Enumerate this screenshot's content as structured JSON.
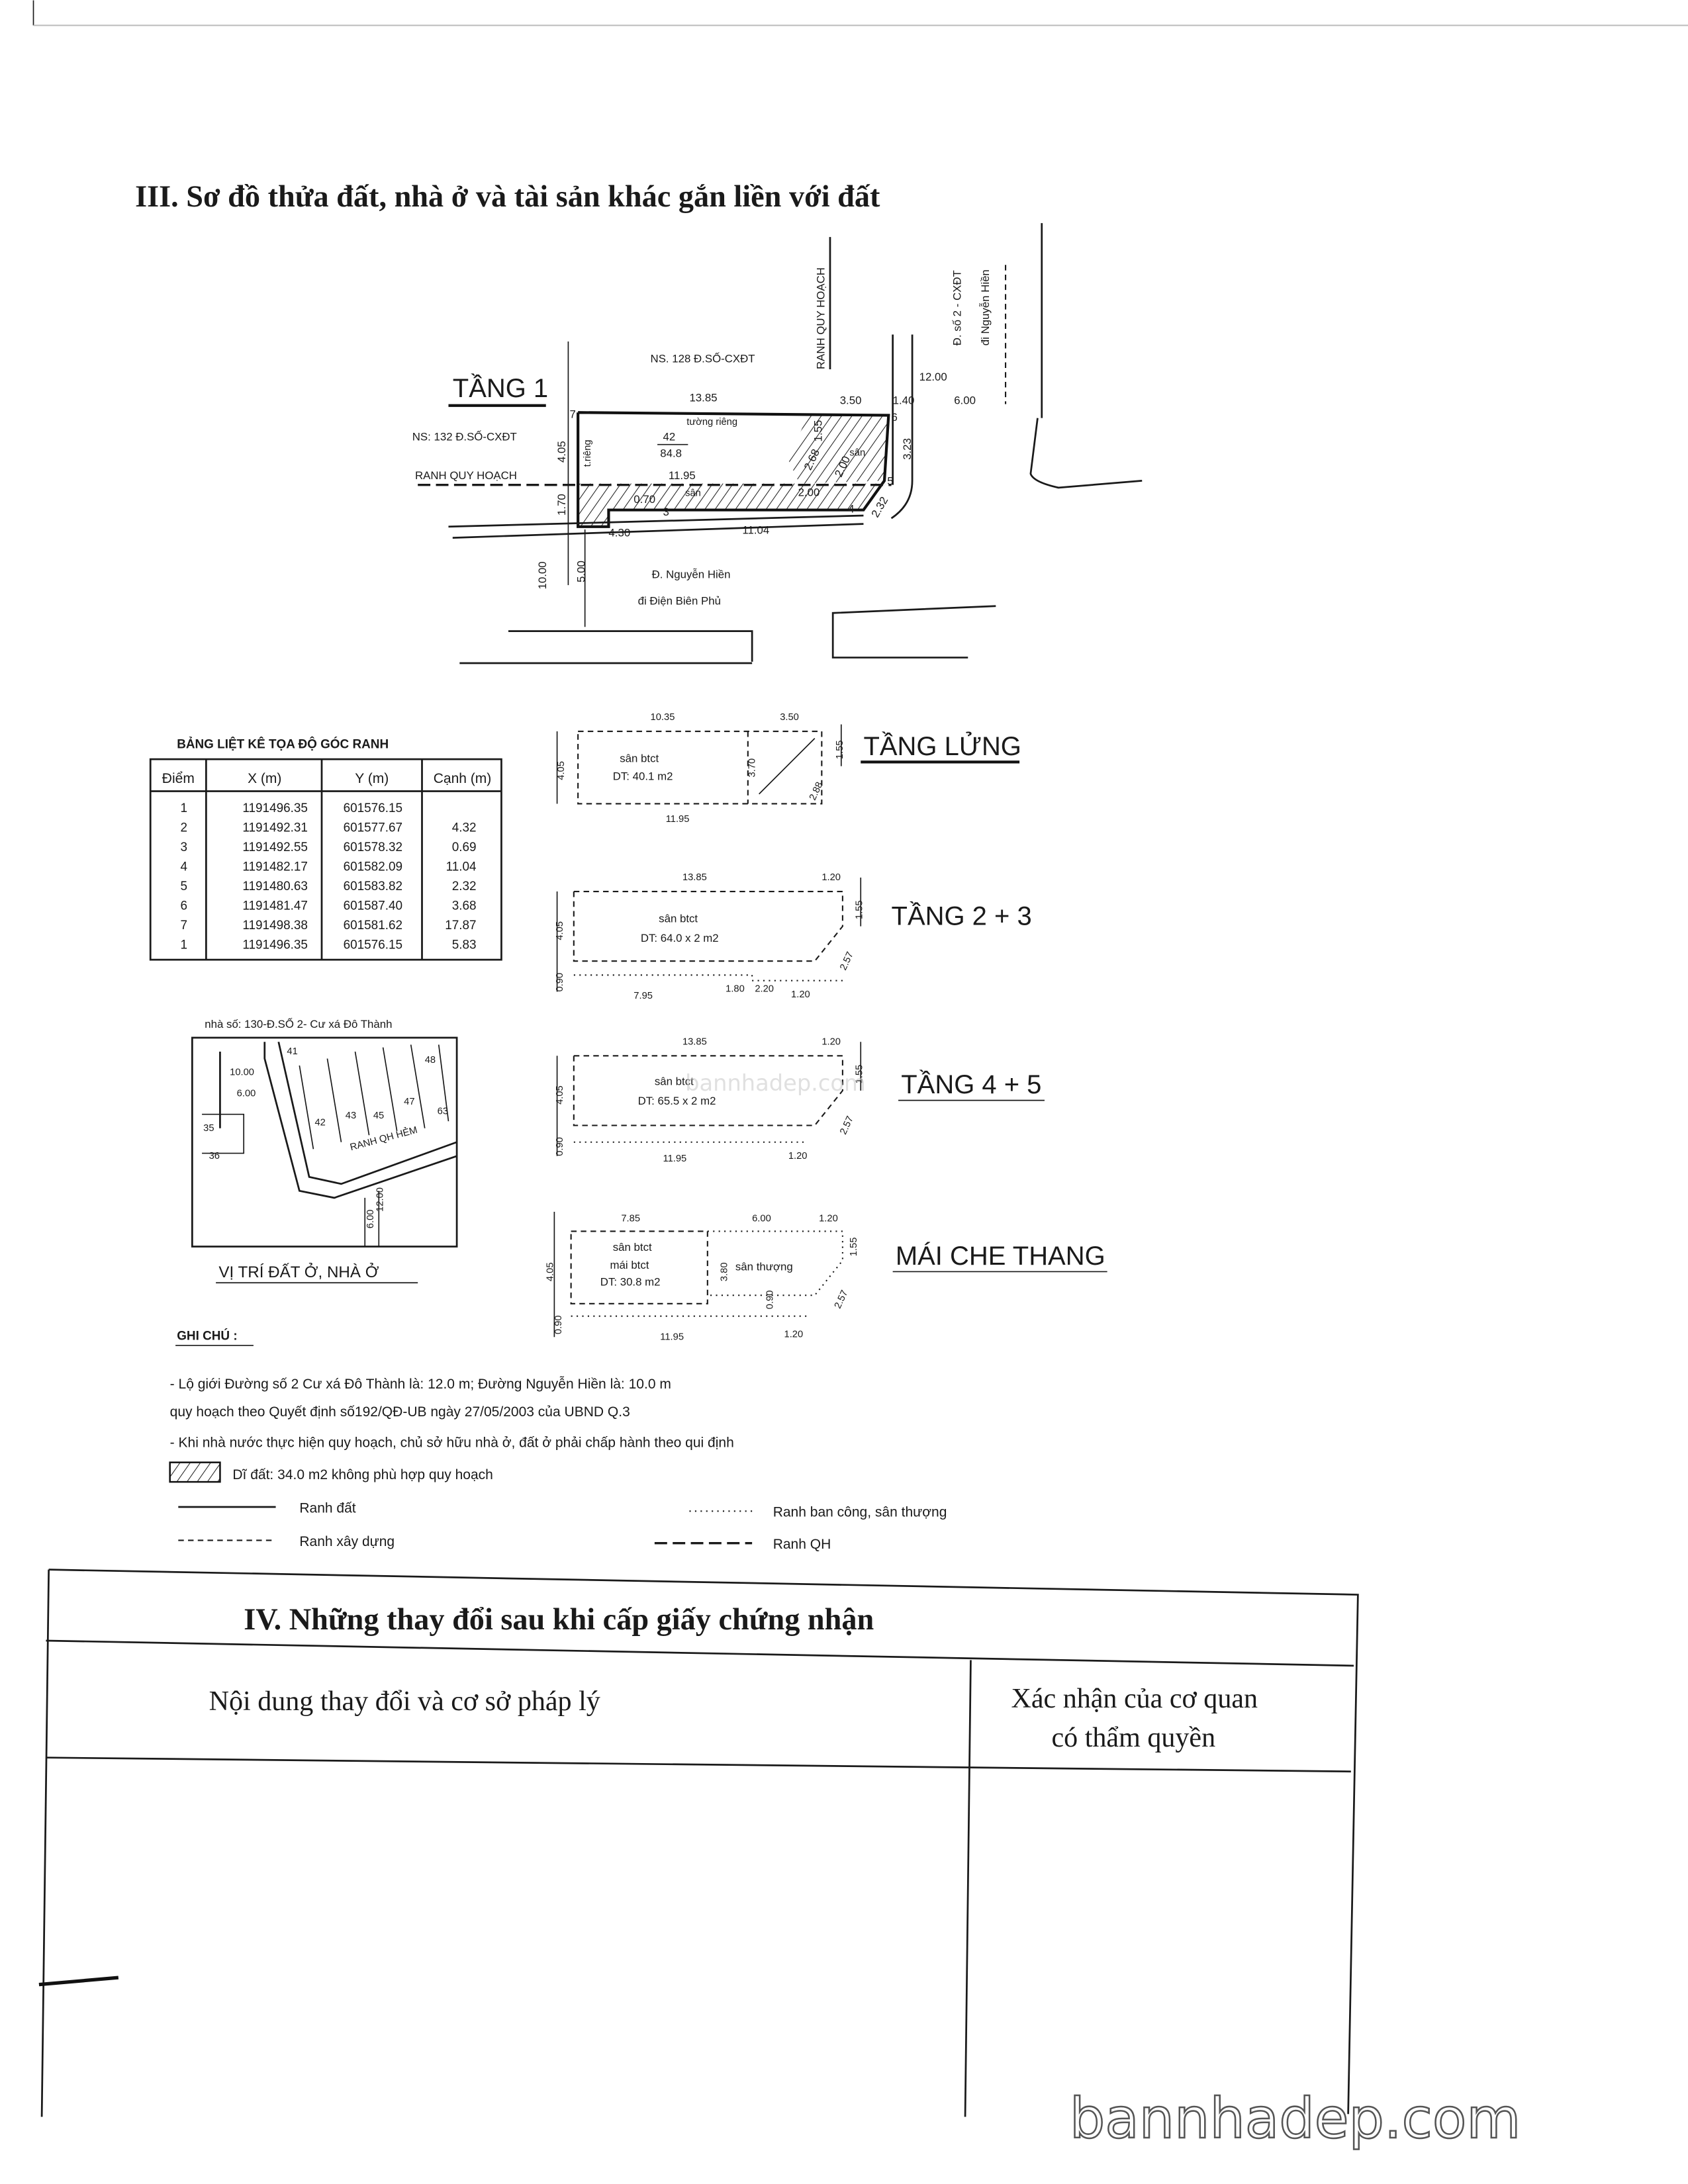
{
  "section3": {
    "title": "III. Sơ đồ thửa đất, nhà ở và tài sản khác gắn liền với đất"
  },
  "floor1": {
    "label": "TẦNG 1",
    "north_neighbor": "NS. 128 Đ.SỐ-CXĐT",
    "west_neighbor": "NS: 132 Đ.SỐ-CXĐT",
    "planning_line": "RANH QUY HOẠCH",
    "planning_line_vertical": "RANH QUY HOẠCH",
    "street_east": "Đ. số 2 - CXĐT",
    "street_east_dir": "đi Nguyễn Hiền",
    "street_south": "Đ. Nguyễn Hiền",
    "street_south_dir": "đi Điện Biên Phủ",
    "private_wall_top": "tường riêng",
    "private_wall_left": "t.riêng",
    "parcel_no": "42",
    "parcel_area": "84.8",
    "yard": "sân",
    "yard2": "sân",
    "dims": {
      "top": "13.85",
      "d350": "3.50",
      "d140": "1.40",
      "d600": "6.00",
      "d1200": "12.00",
      "d1195": "11.95",
      "d070": "0.70",
      "d200": "2.00",
      "d232": "2.32",
      "d323": "3.23",
      "d155": "1.55",
      "d268": "2.68",
      "d200b": "2.00",
      "d405": "4.05",
      "d170": "1.70",
      "d430": "4.30",
      "d1104": "11.04",
      "d1000": "10.00",
      "d500": "5.00"
    },
    "points": [
      "3",
      "4",
      "5",
      "6",
      "7"
    ]
  },
  "coord_table": {
    "title": "BẢNG LIỆT KÊ TỌA ĐỘ GÓC RANH",
    "headers": [
      "Điểm",
      "X (m)",
      "Y (m)",
      "Cạnh (m)"
    ],
    "rows": [
      [
        "1",
        "1191496.35",
        "601576.15",
        ""
      ],
      [
        "2",
        "1191492.31",
        "601577.67",
        "4.32"
      ],
      [
        "3",
        "1191492.55",
        "601578.32",
        "0.69"
      ],
      [
        "4",
        "1191482.17",
        "601582.09",
        "11.04"
      ],
      [
        "5",
        "1191480.63",
        "601583.82",
        "2.32"
      ],
      [
        "6",
        "1191481.47",
        "601587.40",
        "3.68"
      ],
      [
        "7",
        "1191498.38",
        "601581.62",
        "17.87"
      ],
      [
        "1",
        "1191496.35",
        "601576.15",
        "5.83"
      ]
    ]
  },
  "mezzanine": {
    "label": "TẦNG LỬNG",
    "slab": "sân btct",
    "area": "DT: 40.1 m2",
    "d1": "10.35",
    "d2": "3.50",
    "d3": "4.05",
    "d4": "3.70",
    "d5": "1.55",
    "d6": "2.88",
    "d7": "11.95"
  },
  "floor23": {
    "label": "TẦNG 2 + 3",
    "slab": "sân btct",
    "area": "DT: 64.0 x 2 m2",
    "d1": "13.85",
    "d2": "1.20",
    "d3": "1.55",
    "d4": "2.57",
    "d5": "4.05",
    "d6": "0.90",
    "d7": "7.95",
    "d8": "1.80",
    "d9": "2.20",
    "d10": "1.20"
  },
  "floor45": {
    "label": "TẦNG 4 + 5",
    "slab": "sân btct",
    "area": "DT: 65.5 x 2 m2",
    "d1": "13.85",
    "d2": "1.20",
    "d3": "1.55",
    "d4": "2.57",
    "d5": "4.05",
    "d6": "0.90",
    "d7": "11.95",
    "d8": "1.20"
  },
  "roof": {
    "label": "MÁI CHE THANG",
    "slab": "sân btct",
    "roof_slab": "mái btct",
    "area": "DT: 30.8 m2",
    "terrace": "sân thượng",
    "d1": "7.85",
    "d2": "6.00",
    "d3": "1.20",
    "d4": "3.80",
    "d5": "0.90",
    "d6": "1.55",
    "d7": "2.57",
    "d8": "4.05",
    "d9": "0.90",
    "d10": "11.95",
    "d11": "1.20"
  },
  "location_map": {
    "address": "nhà số: 130-Đ.SỐ 2- Cư xá Đô Thành",
    "caption": "VỊ TRÍ ĐẤT Ở, NHÀ Ở",
    "lots": [
      "41",
      "42",
      "43",
      "45",
      "47",
      "48",
      "63",
      "35",
      "36"
    ],
    "dims": [
      "10.00",
      "6.00",
      "12.00",
      "6.00"
    ],
    "alley": "RANH QH HẺM"
  },
  "notes": {
    "title": "GHI CHÚ :",
    "lines": [
      "- Lộ giới Đường số 2 Cư xá Đô Thành là: 12.0 m; Đường Nguyễn Hiền là: 10.0 m",
      "quy hoạch theo Quyết định số192/QĐ-UB ngày 27/05/2003 của UBND Q.3",
      "- Khi nhà nước thực hiện quy hoạch, chủ sở hữu nhà ở, đất ở phải chấp hành theo qui định"
    ],
    "hatch_legend": "Dĩ đất: 34.0 m2 không phù hợp quy hoạch",
    "legend": {
      "land": "Ranh đất",
      "building": "Ranh xây dựng",
      "balcony": "Ranh ban công, sân thượng",
      "planning": "Ranh QH"
    }
  },
  "section4": {
    "title": "IV. Những thay đổi sau khi cấp giấy chứng nhận",
    "col1": "Nội dung thay đổi và cơ sở pháp lý",
    "col2_line1": "Xác nhận của cơ quan",
    "col2_line2": "có thẩm quyền"
  },
  "watermark": "bannhadep.com"
}
